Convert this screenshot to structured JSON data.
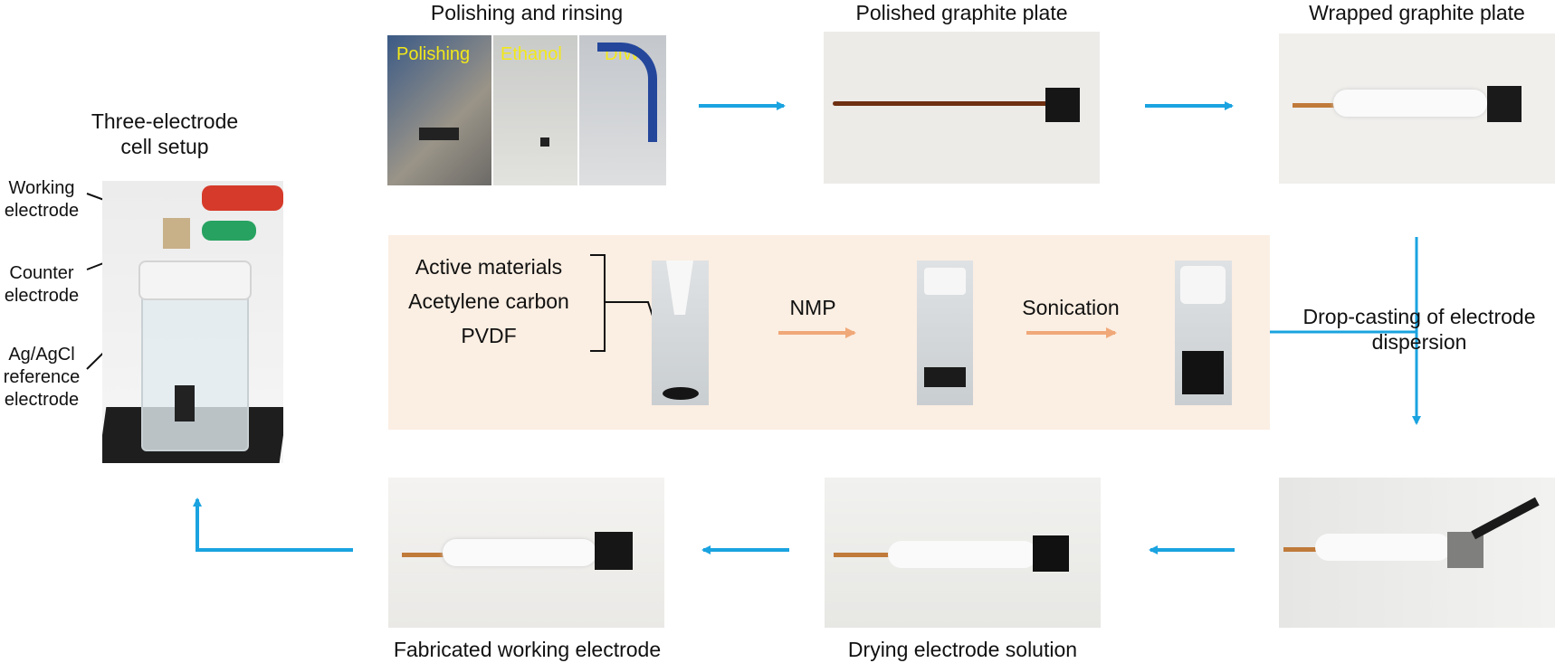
{
  "cell_setup": {
    "title": "Three-electrode cell setup",
    "labels": {
      "working": "Working electrode",
      "counter": "Counter electrode",
      "reference": "Ag/AgCl reference electrode"
    }
  },
  "top_row": {
    "step1": {
      "title": "Polishing and rinsing",
      "subpanels": [
        "Polishing",
        "Ethanol",
        "DIW"
      ]
    },
    "step2": {
      "title": "Polished graphite plate"
    },
    "step3": {
      "title": "Wrapped graphite plate"
    }
  },
  "middle_band": {
    "materials": [
      "Active materials",
      "Acetylene carbon",
      "PVDF"
    ],
    "arrow1_label": "NMP",
    "arrow2_label": "Sonication"
  },
  "drop_cast_label": "Drop-casting of electrode dispersion",
  "bottom_row": {
    "drying": "Drying electrode solution",
    "fabricated": "Fabricated working electrode"
  },
  "colors": {
    "flow_arrow": "#1aa3e0",
    "process_arrow": "#f0a878",
    "band": "#fbeee2",
    "panel_label": "#f2e81a"
  }
}
